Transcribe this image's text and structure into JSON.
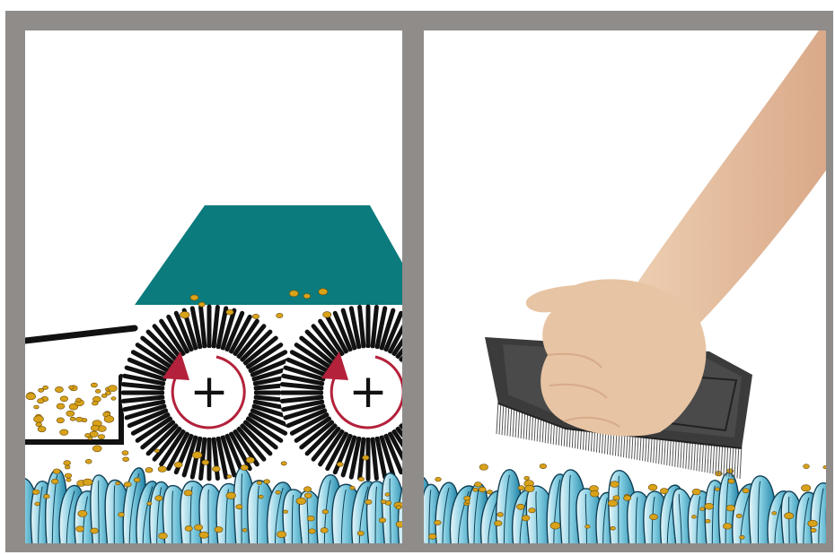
{
  "diagram": {
    "panels": [
      {
        "id": "machine-brushing",
        "content": [
          "teal-machine-housing",
          "debris-hopper",
          "rotating-brush-left",
          "rotating-brush-right",
          "carpet-pile",
          "dirt-particles"
        ]
      },
      {
        "id": "hand-brushing",
        "content": [
          "hand",
          "dark-scrub-brush",
          "carpet-pile",
          "dirt-particles"
        ]
      }
    ],
    "brush_hub_symbol": "+",
    "rotation_arrow": "counter-clockwise",
    "colors": {
      "frame": "#8f8c8a",
      "machine": "#0b7b7d",
      "bristle": "#111111",
      "arrow": "#b3213a",
      "carpet_light": "#dff2f7",
      "carpet_mid": "#6ec3da",
      "carpet_dark": "#1f86a8",
      "dirt": "#d8a21a",
      "skin": "#e7c4a3",
      "brush_body": "#3b3b3b"
    }
  }
}
